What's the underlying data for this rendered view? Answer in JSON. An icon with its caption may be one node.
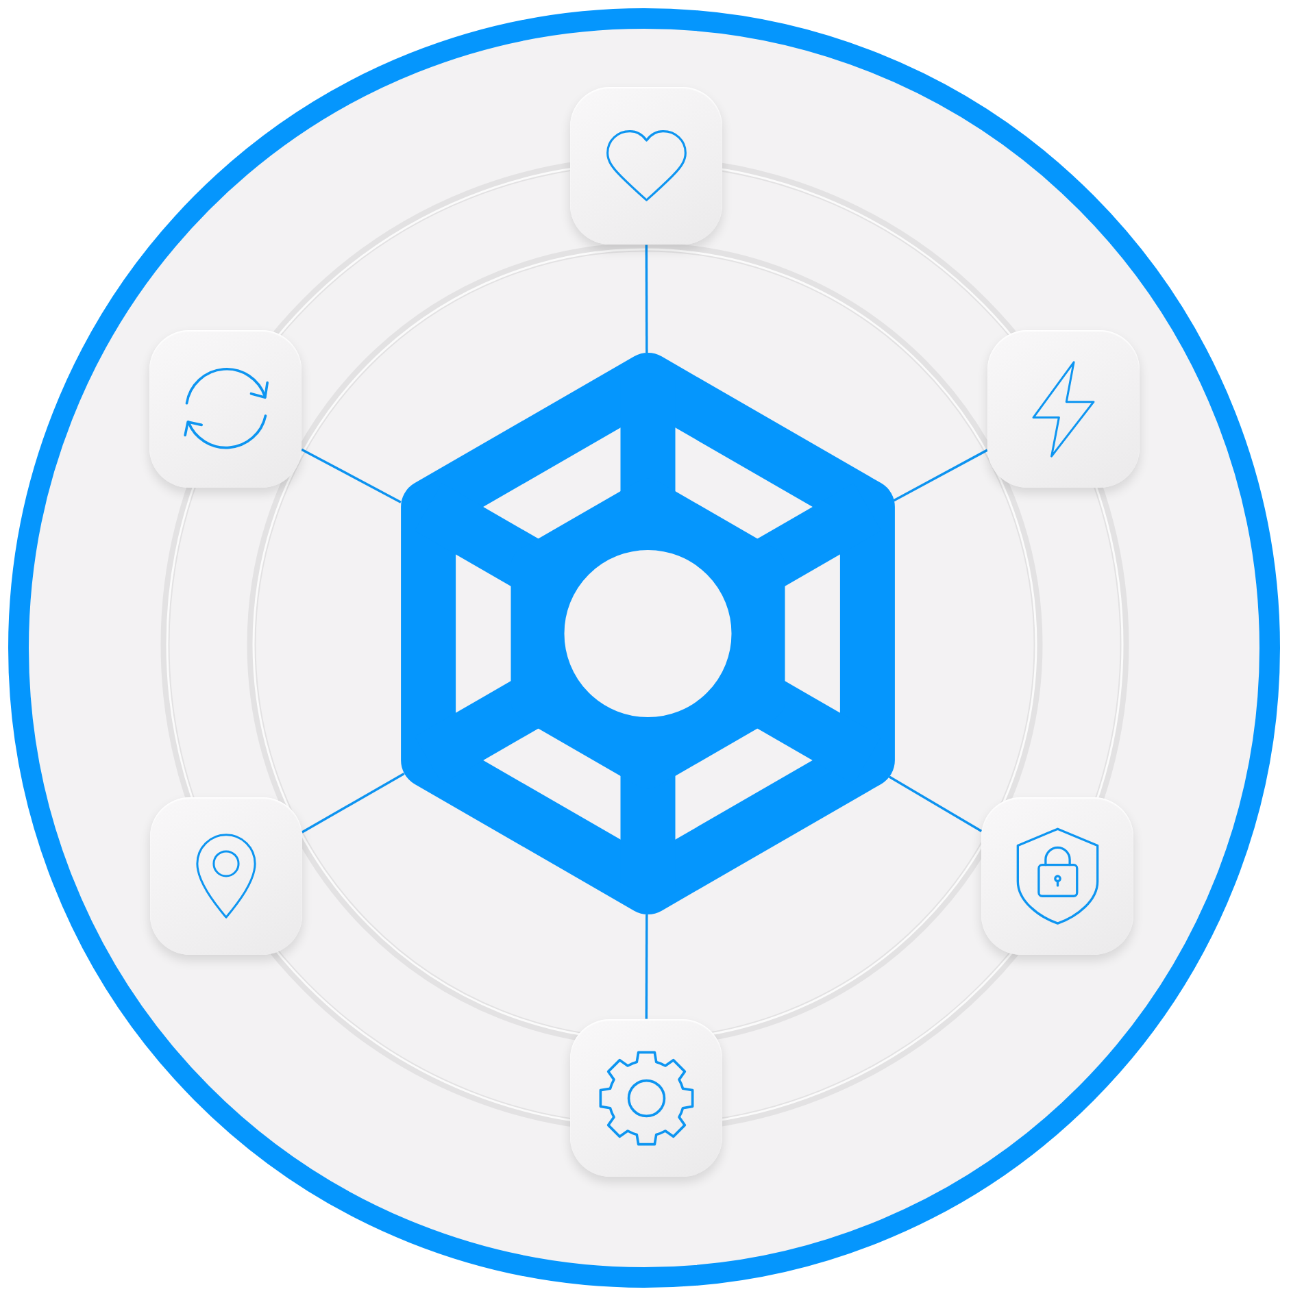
{
  "diagram": {
    "nodes": [
      {
        "text": [],
        "shape": "picture"
      },
      {
        "text": [],
        "shape": "picture"
      },
      {
        "text": [],
        "shape": "picture"
      },
      {
        "text": [],
        "shape": "picture"
      },
      {
        "text": [],
        "shape": "picture"
      },
      {
        "text": [],
        "shape": "picture"
      },
      {
        "text": [],
        "shape": "picture"
      }
    ],
    "edges": [
      {
        "from": 3,
        "to": 0,
        "arrow": "none"
      },
      {
        "from": 3,
        "to": 1,
        "arrow": "none"
      },
      {
        "from": 3,
        "to": 2,
        "arrow": "none"
      },
      {
        "from": 3,
        "to": 4,
        "arrow": "none"
      },
      {
        "from": 3,
        "to": 5,
        "arrow": "none"
      },
      {
        "from": 3,
        "to": 6,
        "arrow": "none"
      }
    ]
  }
}
